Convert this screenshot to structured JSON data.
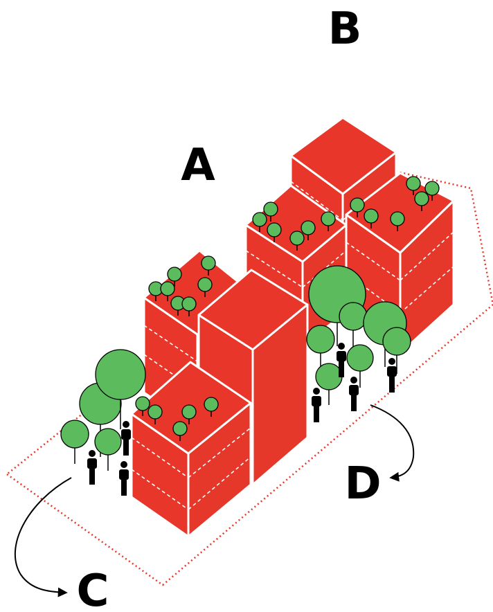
{
  "labels": {
    "a": "A",
    "b": "B",
    "c": "C",
    "d": "D"
  },
  "colors": {
    "building_front": "#e8372a",
    "building_side": "#e5372a",
    "building_top": "#e8372a",
    "tree": "#5cbb5c",
    "boundary": "#e8372a",
    "ink": "#000000"
  },
  "icons": [
    "tree-icon",
    "person-icon",
    "curved-arrow-icon"
  ]
}
